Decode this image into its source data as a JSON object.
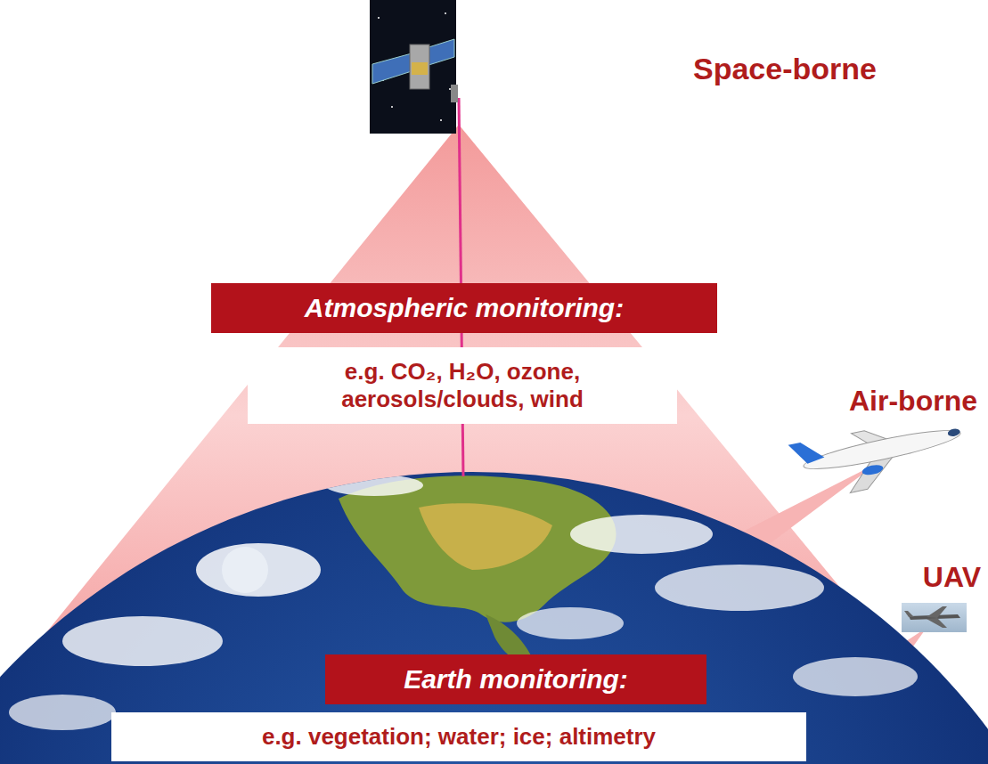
{
  "diagram": {
    "nodes": [
      {
        "text": [
          "Atmospheric monitoring:"
        ]
      },
      {
        "text": [
          "e.g. CO₂, H₂O, ozone, aerosols/clouds, wind"
        ]
      },
      {
        "text": [
          "Earth monitoring:"
        ]
      },
      {
        "text": [
          "e.g. vegetation; water; ice; altimetry"
        ]
      }
    ],
    "labels": [
      "Space-borne",
      "Air-borne",
      "UAV"
    ]
  }
}
